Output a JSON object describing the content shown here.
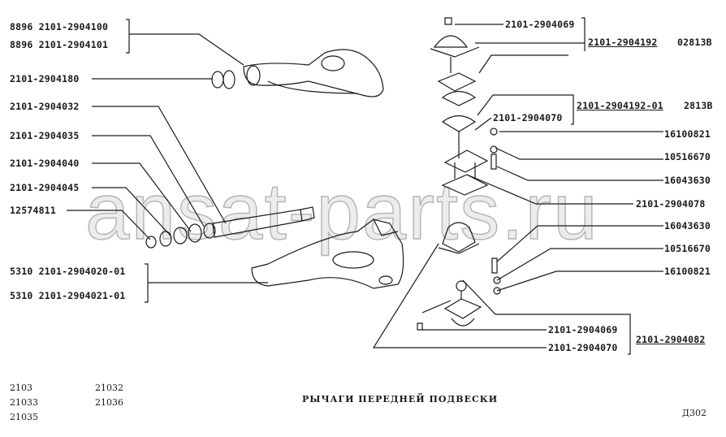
{
  "watermark": "ansat-parts.ru",
  "left_labels": {
    "upper_arm_left": "8896 2101-2904100",
    "upper_arm_right": "8896 2101-2904101",
    "bushing_upper": "2101-2904180",
    "axle": "2101-2904032",
    "washer_inner": "2101-2904035",
    "bushing_lower": "2101-2904040",
    "washer_outer": "2101-2904045",
    "nut": "12574811",
    "lower_arm_left": "5310 2101-2904020-01",
    "lower_arm_right": "5310 2101-2904021-01"
  },
  "right_labels": {
    "boot_top": "2101-2904069",
    "ball_joint_upper": "2101-2904192",
    "ball_joint_upper_code": "02813B",
    "ball_joint_upper_01": "2101-2904192-01",
    "ball_joint_upper_01_code": "2813B",
    "boot_clip_top": "2101-2904070",
    "nut_1": "16100821",
    "washer_1": "10516670",
    "bolt_1": "16043630",
    "buffer": "2101-2904078",
    "bolt_2": "16043630",
    "washer_2": "10516670",
    "nut_2": "16100821",
    "boot_bottom": "2101-2904069",
    "boot_clip_bottom": "2101-2904070",
    "ball_joint_lower": "2101-2904082"
  },
  "footer": {
    "models": [
      "2103",
      "21033",
      "21035",
      "21032",
      "21036"
    ],
    "title": "РЫЧАГИ ПЕРЕДНЕЙ ПОДВЕСКИ",
    "page_code": "Д302"
  }
}
